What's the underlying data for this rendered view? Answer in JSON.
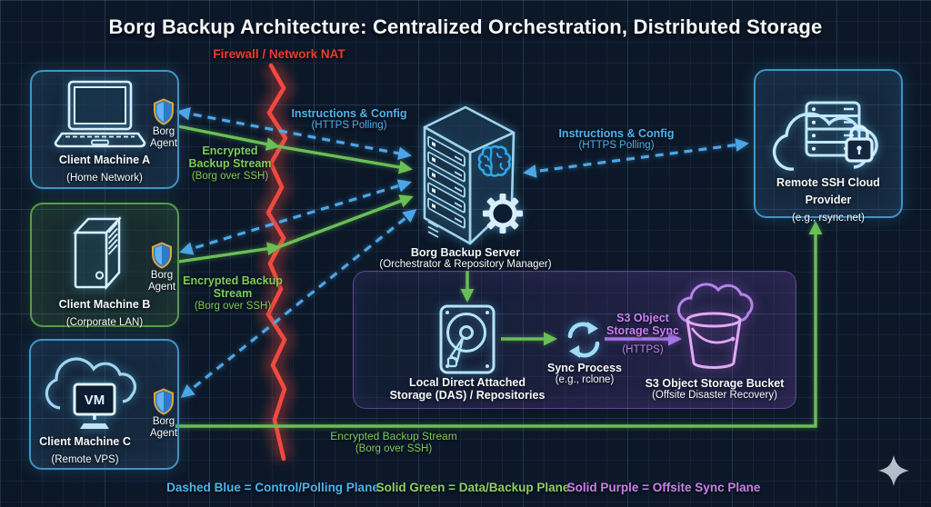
{
  "title": "Borg Backup Architecture: Centralized Orchestration, Distributed Storage",
  "firewall_label": "Firewall / Network NAT",
  "nodes": {
    "client_a": {
      "name": "Client Machine A",
      "detail": "(Home Network)",
      "agent_l1": "Borg",
      "agent_l2": "Agent"
    },
    "client_b": {
      "name": "Client Machine B",
      "detail": "(Corporate LAN)",
      "agent_l1": "Borg",
      "agent_l2": "Agent"
    },
    "client_c": {
      "name": "Client Machine C",
      "detail": "(Remote VPS)",
      "vm": "VM",
      "agent_l1": "Borg",
      "agent_l2": "Agent"
    },
    "server": {
      "name": "Borg Backup Server",
      "detail": "(Orchestrator & Repository Manager)"
    },
    "remote": {
      "name": "Remote SSH Cloud Provider",
      "detail": "(e.g., rsync.net)"
    },
    "das": {
      "name_l1": "Local Direct Attached",
      "name_l2": "Storage (DAS) / Repositories"
    },
    "sync": {
      "name": "Sync Process",
      "detail": "(e.g., rclone)"
    },
    "bucket": {
      "name": "S3 Object Storage Bucket",
      "detail": "(Offsite Disaster Recovery)"
    }
  },
  "edges": {
    "ctrl_a": {
      "l1": "Instructions & Config",
      "l2": "(HTTPS Polling)"
    },
    "ctrl_remote": {
      "l1": "Instructions & Config",
      "l2": "(HTTPS Polling)"
    },
    "data_a": {
      "l1": "Encrypted",
      "l2": "Backup Stream",
      "l3": "(Borg over SSH)"
    },
    "data_b": {
      "l1": "Encrypted Backup",
      "l2": "Stream",
      "l3": "(Borg over SSH)"
    },
    "data_c": {
      "l1": "Encrypted Backup Stream",
      "l2": "(Borg over SSH)"
    },
    "s3": {
      "l1": "S3 Object",
      "l2": "Storage Sync",
      "l3": "(HTTPS)"
    }
  },
  "legend": {
    "items": [
      {
        "text": "Dashed Blue = Control/Polling Plane",
        "color": "#4fb3ea"
      },
      {
        "text": "Solid Green = Data/Backup Plane",
        "color": "#8ccf63"
      },
      {
        "text": "Solid Purple = Offsite Sync Plane",
        "color": "#cb7fe8"
      }
    ]
  },
  "colors": {
    "control_blue": "#4da6e6",
    "data_green": "#6abf55",
    "offsite_purple": "#a875e8",
    "firewall_red": "#f0493f"
  },
  "icons": {
    "client_a": "laptop-icon",
    "client_b": "tower-pc-icon",
    "client_c": "cloud-vm-icon",
    "server": "server-tower-brain-gear-icon",
    "remote": "cloud-server-lock-icon",
    "das": "hard-drive-icon",
    "sync": "sync-arrows-icon",
    "bucket": "cloud-bucket-icon",
    "agent": "shield-icon",
    "sparkle": "sparkle-icon"
  }
}
